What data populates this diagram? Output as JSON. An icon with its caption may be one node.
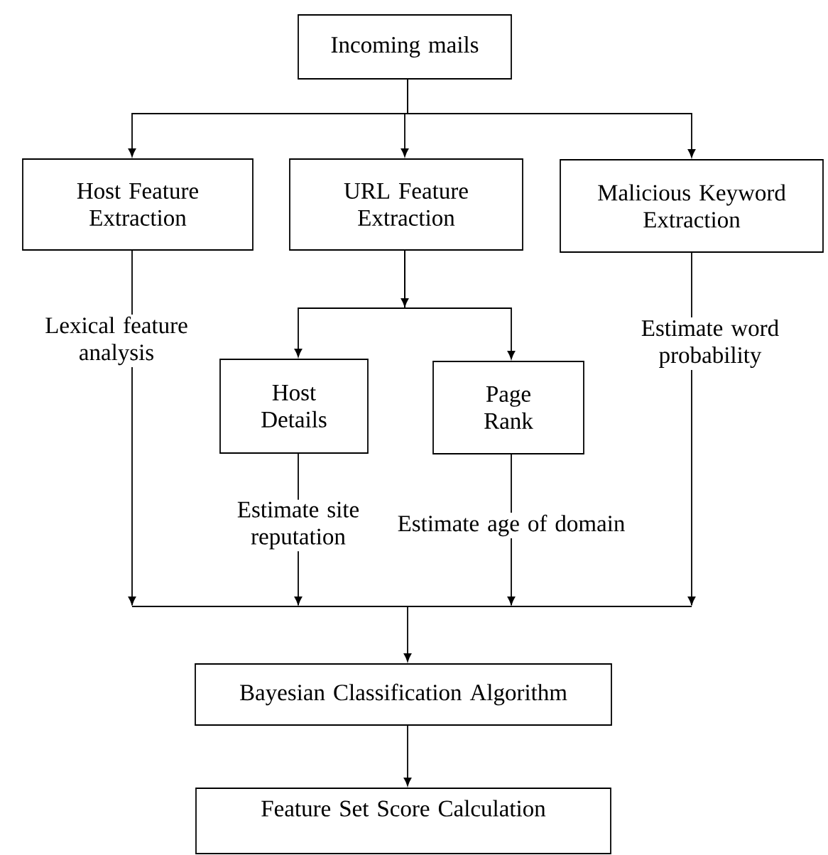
{
  "diagram": {
    "nodes": [
      {
        "text": [
          "Incoming mails"
        ]
      },
      {
        "text": [
          "Host Feature Extraction"
        ]
      },
      {
        "text": [
          "URL Feature Extraction"
        ]
      },
      {
        "text": [
          "Malicious Keyword Extraction"
        ]
      },
      {
        "text": [
          "Lexical feature analysis"
        ]
      },
      {
        "text": [
          "Estimate word probability"
        ]
      },
      {
        "text": [
          "Host Details"
        ]
      },
      {
        "text": [
          "Page Rank"
        ]
      },
      {
        "text": [
          "Estimate site reputation"
        ]
      },
      {
        "text": [
          "Estimate age of domain"
        ]
      },
      {
        "text": [
          "Bayesian Classification Algorithm"
        ]
      },
      {
        "text": [
          "Feature Set Score Calculation"
        ]
      }
    ],
    "edges": [
      {
        "from": 0,
        "to": 1,
        "arrow": "to"
      },
      {
        "from": 0,
        "to": 2,
        "arrow": "to"
      },
      {
        "from": 0,
        "to": 3,
        "arrow": "to"
      },
      {
        "from": 1,
        "to": 4,
        "arrow": "none"
      },
      {
        "from": 3,
        "to": 5,
        "arrow": "none"
      },
      {
        "from": 2,
        "to": 6,
        "arrow": "to"
      },
      {
        "from": 2,
        "to": 7,
        "arrow": "to"
      },
      {
        "from": 6,
        "to": 8,
        "arrow": "none"
      },
      {
        "from": 7,
        "to": 9,
        "arrow": "none"
      },
      {
        "from": 4,
        "to": 10,
        "arrow": "to"
      },
      {
        "from": 8,
        "to": 10,
        "arrow": "to"
      },
      {
        "from": 9,
        "to": 10,
        "arrow": "to"
      },
      {
        "from": 5,
        "to": 10,
        "arrow": "to"
      },
      {
        "from": 10,
        "to": 11,
        "arrow": "to"
      }
    ]
  }
}
